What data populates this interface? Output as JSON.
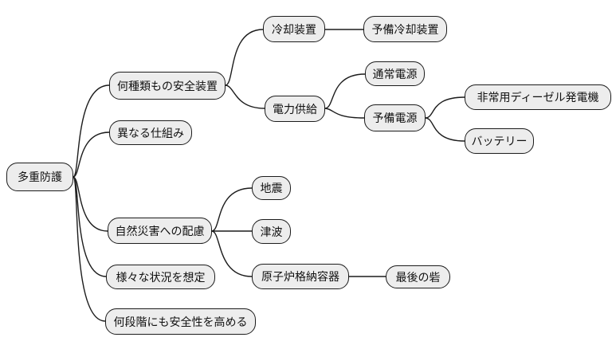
{
  "diagram": {
    "type": "mindmap",
    "title_root": "多重防護",
    "colors": {
      "background": "#ffffff",
      "node_fill": "#ededed",
      "node_border": "#1c1c1c",
      "edge": "#1c1c1c",
      "text": "#111111"
    },
    "nodes": {
      "root": {
        "label": "多重防護",
        "children": [
          "safety",
          "different",
          "disaster",
          "various",
          "multistage"
        ]
      },
      "safety": {
        "label": "何種類もの安全装置",
        "children": [
          "cooling",
          "power"
        ]
      },
      "cooling": {
        "label": "冷却装置",
        "children": [
          "backup_cooling"
        ]
      },
      "backup_cooling": {
        "label": "予備冷却装置",
        "children": []
      },
      "power": {
        "label": "電力供給",
        "children": [
          "normal_power",
          "backup_power"
        ]
      },
      "normal_power": {
        "label": "通常電源",
        "children": []
      },
      "backup_power": {
        "label": "予備電源",
        "children": [
          "diesel",
          "battery"
        ]
      },
      "diesel": {
        "label": "非常用ディーゼル発電機",
        "children": []
      },
      "battery": {
        "label": "バッテリー",
        "children": []
      },
      "different": {
        "label": "異なる仕組み",
        "children": []
      },
      "disaster": {
        "label": "自然災害への配慮",
        "children": [
          "earthquake",
          "tsunami",
          "containment"
        ]
      },
      "earthquake": {
        "label": "地震",
        "children": []
      },
      "tsunami": {
        "label": "津波",
        "children": []
      },
      "containment": {
        "label": "原子炉格納容器",
        "children": [
          "last_fort"
        ]
      },
      "last_fort": {
        "label": "最後の砦",
        "children": []
      },
      "various": {
        "label": "様々な状況を想定",
        "children": []
      },
      "multistage": {
        "label": "何段階にも安全性を高める",
        "children": []
      }
    }
  }
}
